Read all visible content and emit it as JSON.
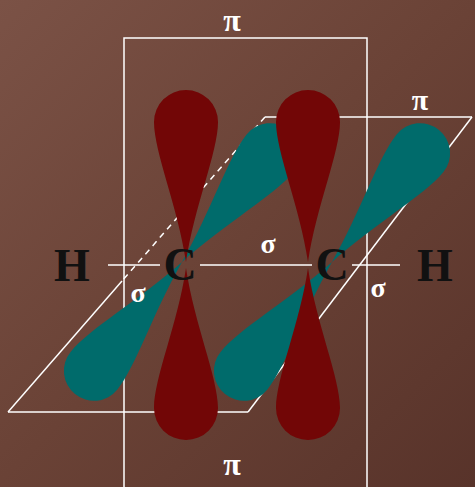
{
  "diagram": {
    "labels": [
      "π",
      "π",
      "H",
      "C",
      "σ",
      "C",
      "H",
      "σ",
      "σ",
      "π"
    ]
  }
}
